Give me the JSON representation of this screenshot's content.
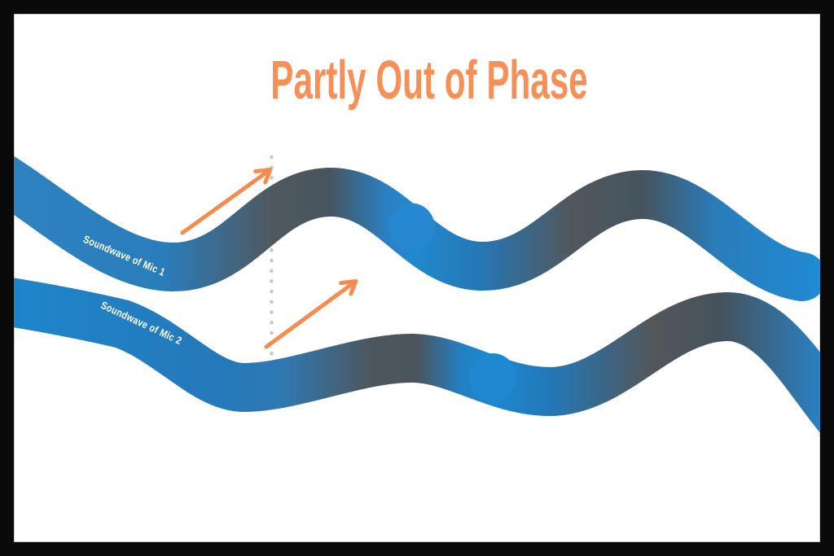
{
  "title": {
    "text": "Partly Out of Phase",
    "color": "#F79058"
  },
  "diagram": {
    "wave1": {
      "label": "Soundwave of Mic 1"
    },
    "wave2": {
      "label": "Soundwave of Mic 2"
    },
    "colors": {
      "wave_blue": "#2B7FBE",
      "wave_blue_bright": "#1E88D0",
      "wave_dark_slate": "#4E565E",
      "arrow_orange": "#F68B50",
      "dotted_line_gray": "#C8C8C8",
      "label_text": "#FFFFFF",
      "frame_black": "#0A0A0A",
      "background_white": "#FFFFFF"
    }
  }
}
